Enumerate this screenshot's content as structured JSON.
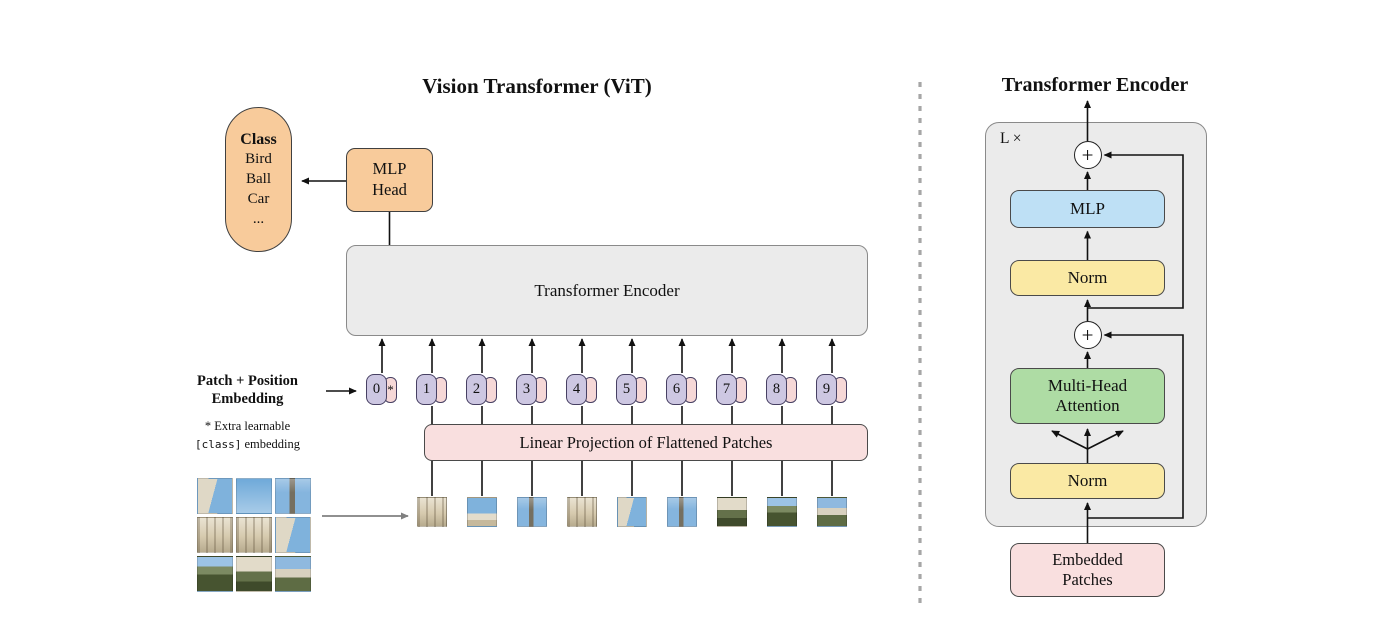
{
  "left": {
    "title": "Vision Transformer (ViT)",
    "class_box": {
      "header": "Class",
      "items": [
        "Bird",
        "Ball",
        "Car",
        "..."
      ]
    },
    "mlp_head": [
      "MLP",
      "Head"
    ],
    "encoder_label": "Transformer Encoder",
    "patch_position_label": [
      "Patch + Position",
      "Embedding"
    ],
    "note": {
      "line1": "* Extra learnable",
      "code": "[class]",
      "line2": "embedding"
    },
    "linear_projection": "Linear Projection of Flattened Patches",
    "class_token_star": "*",
    "tokens": [
      "0",
      "1",
      "2",
      "3",
      "4",
      "5",
      "6",
      "7",
      "8",
      "9"
    ]
  },
  "right": {
    "title": "Transformer Encoder",
    "loop_label": "L ×",
    "plus": "+",
    "mlp": "MLP",
    "norm_top": "Norm",
    "mha": [
      "Multi-Head",
      "Attention"
    ],
    "norm_bottom": "Norm",
    "embedded_patches": [
      "Embedded",
      "Patches"
    ]
  },
  "colors": {
    "orange": "#F8CB9B",
    "gray_box": "#EBEBEB",
    "token_purple": "#CDC7E2",
    "patch_pink": "#F6D8D7",
    "projection_pink": "#F9DFDF",
    "mlp_blue": "#BEE0F5",
    "norm_yellow": "#FAE9A4",
    "attention_green": "#AEDCA4"
  }
}
